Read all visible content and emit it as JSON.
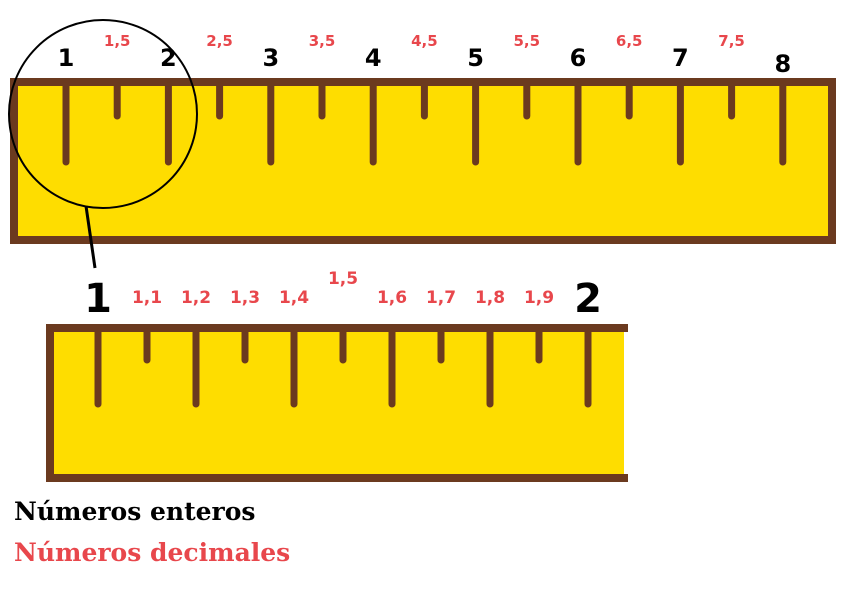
{
  "colors": {
    "ruler_fill": "#fedd00",
    "ruler_border": "#6b3a1f",
    "tick": "#6b3a1f",
    "integer_text": "#000000",
    "decimal_text": "#e8474c",
    "magnifier": "#000000"
  },
  "top_ruler": {
    "integers": [
      "1",
      "2",
      "3",
      "4",
      "5",
      "6",
      "7",
      "8"
    ],
    "halves": [
      "1,5",
      "2,5",
      "3,5",
      "4,5",
      "5,5",
      "6,5",
      "7,5"
    ]
  },
  "zoom_ruler": {
    "integers": [
      "1",
      "2"
    ],
    "tenths": [
      "1,1",
      "1,2",
      "1,3",
      "1,4",
      "1,5",
      "1,6",
      "1,7",
      "1,8",
      "1,9"
    ]
  },
  "legend": {
    "integers_label": "Números enteros",
    "decimals_label": "Números decimales"
  }
}
